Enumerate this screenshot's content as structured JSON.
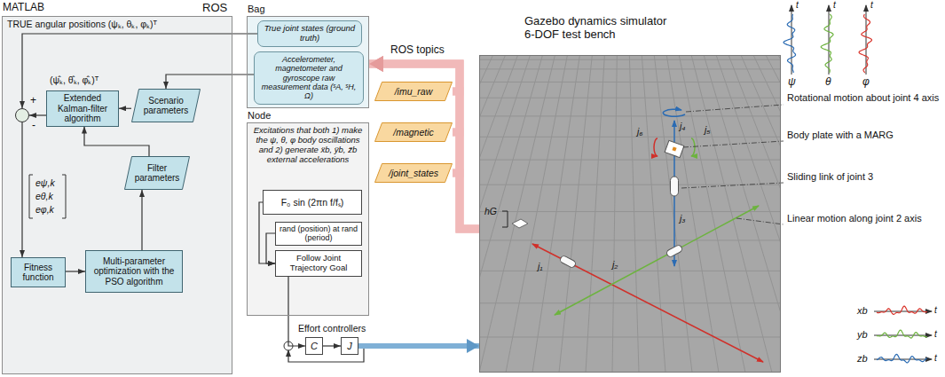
{
  "diagram": {
    "nodes": [
      {
        "text": [
          "MATLAB"
        ]
      },
      {
        "text": [
          "+",
          "-"
        ],
        "in": 0
      },
      {
        "text": [
          "Extended Kalman-filter algorithm"
        ],
        "in": 0
      },
      {
        "text": [
          "Scenario parameters"
        ],
        "in": 0
      },
      {
        "text": [
          "Filter parameters"
        ],
        "in": 0
      },
      {
        "text": [
          "Fitness function"
        ],
        "in": 0
      },
      {
        "text": [
          "Multi-parameter optimization with the PSO algorithm"
        ],
        "in": 0
      },
      {
        "text": [
          "Bag"
        ]
      },
      {
        "text": [
          "True joint states (ground truth)"
        ],
        "in": 7
      },
      {
        "text": [
          "Accelerometer, magnetometer and gyroscope raw measurement data (ˢA, ˢH, Ω)"
        ],
        "in": 7
      },
      {
        "text": [
          "Node",
          "Excitations that both 1) make the ψ, θ, φ body oscillations and 2) generate ẍb, ÿb, z̈b external accelerations"
        ]
      },
      {
        "text": [
          "F₀ sin (2πn f/fₛ)"
        ],
        "in": 10
      },
      {
        "text": [
          "rand (position) at rand (period)"
        ],
        "in": 10
      },
      {
        "text": [
          "Follow Joint Trajectory Goal"
        ],
        "in": 10
      },
      {
        "text": [
          "C"
        ]
      },
      {
        "text": [
          "J"
        ]
      },
      {
        "text": [
          "/imu_raw"
        ]
      },
      {
        "text": [
          "/magnetic"
        ]
      },
      {
        "text": [
          "/joint_states"
        ]
      },
      {
        "text": [
          "Gazebo dynamics simulator 6-DOF test bench"
        ]
      }
    ],
    "edges": [
      {
        "from": 8,
        "to": 1,
        "arrow": "to"
      },
      {
        "from": 2,
        "to": 1,
        "arrow": "to"
      },
      {
        "from": 1,
        "to": 5,
        "arrow": "to"
      },
      {
        "from": 5,
        "to": 6,
        "arrow": "to"
      },
      {
        "from": 6,
        "to": 4,
        "arrow": "to"
      },
      {
        "from": 4,
        "to": 2,
        "arrow": "to"
      },
      {
        "from": 3,
        "to": 2,
        "arrow": "to"
      },
      {
        "from": 9,
        "to": 3,
        "arrow": "to"
      },
      {
        "from": 11,
        "to": 13,
        "arrow": "to"
      },
      {
        "from": 12,
        "to": 13,
        "arrow": "to"
      },
      {
        "from": 13,
        "to": 14,
        "arrow": "to"
      },
      {
        "from": 14,
        "to": 15,
        "arrow": "to"
      },
      {
        "from": 15,
        "to": 19,
        "arrow": "to"
      },
      {
        "from": 16,
        "to": 7,
        "arrow": "to"
      },
      {
        "from": 17,
        "to": 7,
        "arrow": "to"
      },
      {
        "from": 18,
        "to": 7,
        "arrow": "to"
      },
      {
        "from": 19,
        "to": 16,
        "arrow": "none"
      },
      {
        "from": 19,
        "to": 17,
        "arrow": "none"
      },
      {
        "from": 19,
        "to": 18,
        "arrow": "none"
      }
    ],
    "labels": [
      "ROS",
      "TRUE angular positions (ψₖ, θₖ, φₖ)ᵀ",
      "(ψ̂ₖ, θ̂ₖ, φ̂ₖ)ᵀ",
      "eψ,k",
      "eθ,k",
      "eφ,k",
      "ROS topics",
      "Effort controllers",
      "t",
      "t",
      "t",
      "ψ",
      "θ",
      "φ",
      "Rotational motion about joint 4 axis",
      "Body plate with a MARG",
      "Sliding link of joint 3",
      "Linear motion along joint 2 axis",
      "j₄",
      "j₅",
      "j₆",
      "j₃",
      "j₂",
      "j₁",
      "hG",
      "xb",
      "yb",
      "zb",
      "t",
      "t",
      "t"
    ]
  }
}
